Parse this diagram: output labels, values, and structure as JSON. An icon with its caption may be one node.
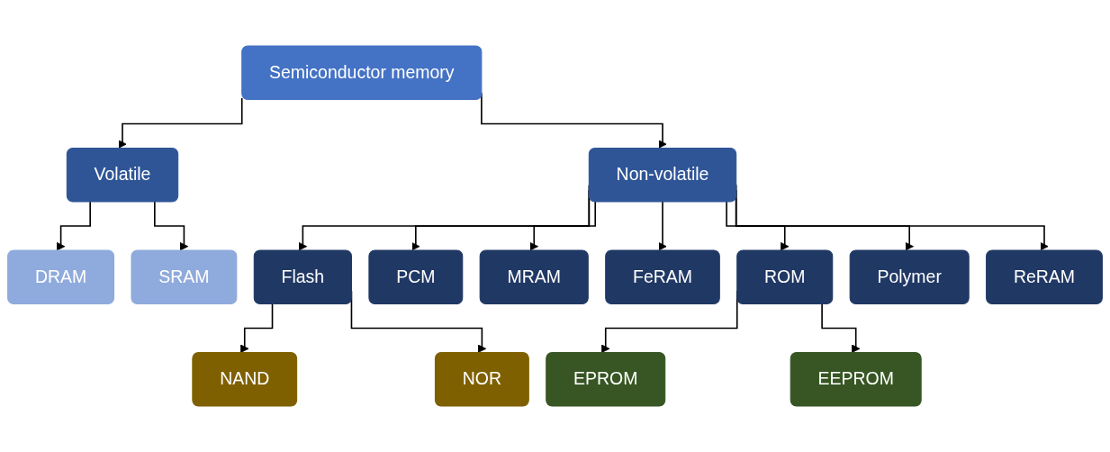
{
  "diagram": {
    "nodes": [
      {
        "text": [
          "Semiconductor memory"
        ]
      },
      {
        "text": [
          "Volatile"
        ]
      },
      {
        "text": [
          "Non-volatile"
        ]
      },
      {
        "text": [
          "DRAM"
        ]
      },
      {
        "text": [
          "SRAM"
        ]
      },
      {
        "text": [
          "Flash"
        ]
      },
      {
        "text": [
          "PCM"
        ]
      },
      {
        "text": [
          "MRAM"
        ]
      },
      {
        "text": [
          "FeRAM"
        ]
      },
      {
        "text": [
          "ROM"
        ]
      },
      {
        "text": [
          "Polymer"
        ]
      },
      {
        "text": [
          "ReRAM"
        ]
      },
      {
        "text": [
          "NAND"
        ]
      },
      {
        "text": [
          "NOR"
        ]
      },
      {
        "text": [
          "EPROM"
        ]
      },
      {
        "text": [
          "EEPROM"
        ]
      }
    ],
    "edges": [
      {
        "from": 0,
        "to": 1,
        "arrow": "to"
      },
      {
        "from": 0,
        "to": 2,
        "arrow": "to"
      },
      {
        "from": 1,
        "to": 3,
        "arrow": "to"
      },
      {
        "from": 1,
        "to": 4,
        "arrow": "to"
      },
      {
        "from": 2,
        "to": 5,
        "arrow": "to"
      },
      {
        "from": 2,
        "to": 6,
        "arrow": "to"
      },
      {
        "from": 2,
        "to": 7,
        "arrow": "to"
      },
      {
        "from": 2,
        "to": 8,
        "arrow": "to"
      },
      {
        "from": 2,
        "to": 9,
        "arrow": "to"
      },
      {
        "from": 2,
        "to": 10,
        "arrow": "to"
      },
      {
        "from": 2,
        "to": 11,
        "arrow": "to"
      },
      {
        "from": 5,
        "to": 12,
        "arrow": "to"
      },
      {
        "from": 5,
        "to": 13,
        "arrow": "to"
      },
      {
        "from": 9,
        "to": 14,
        "arrow": "to"
      },
      {
        "from": 9,
        "to": 15,
        "arrow": "to"
      }
    ]
  }
}
